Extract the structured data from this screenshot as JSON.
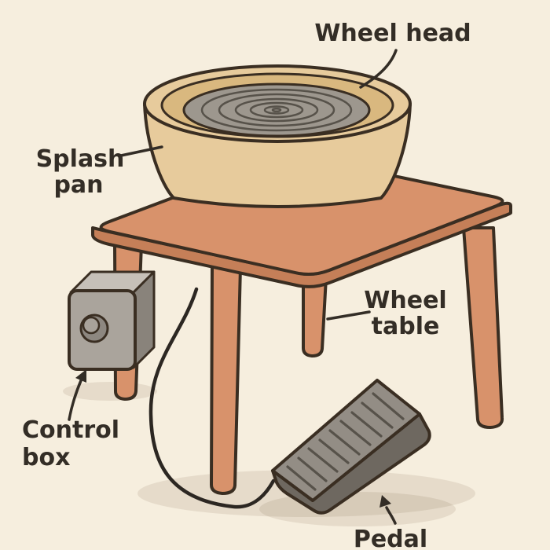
{
  "diagram_subject": "pottery-wheel-parts",
  "labels": {
    "wheel_head": "Wheel head",
    "splash_pan": [
      "Splash",
      "pan"
    ],
    "wheel_table": [
      "Wheel",
      "table"
    ],
    "control_box": [
      "Control",
      "box"
    ],
    "pedal": "Pedal"
  },
  "colors": {
    "background": "#f6eede",
    "table": "#d8926b",
    "table_edge": "#c57f58",
    "pan": "#e7cb9c",
    "pan_inner": "#d9b87f",
    "wheel": "#9d978e",
    "box_front": "#aaa49c",
    "box_side": "#89837b",
    "box_top": "#c6c0b8",
    "pedal": "#938d85",
    "pedal_dark": "#6e6860",
    "text": "#332d26",
    "outline": "#3a2e22"
  }
}
